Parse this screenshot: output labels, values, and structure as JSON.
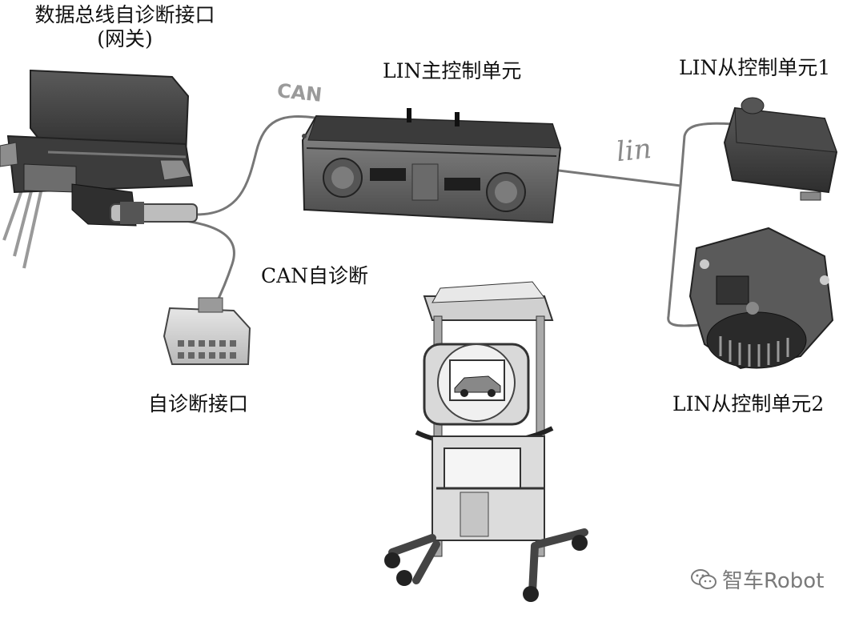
{
  "labels": {
    "gateway_line1": "数据总线自诊断接口",
    "gateway_line2": "(网关)",
    "lin_master": "LIN主控制单元",
    "lin_slave1": "LIN从控制单元1",
    "lin_slave2": "LIN从控制单元2",
    "can_selfdiag": "CAN自诊断",
    "diag_port": "自诊断接口"
  },
  "bus_labels": {
    "can": "CAN",
    "lin": "lin"
  },
  "watermark": {
    "text": "智车Robot",
    "icon": "wechat-icon"
  },
  "colors": {
    "device_dark": "#3a3a3a",
    "device_mid": "#6a6a6a",
    "device_light": "#a8a8a8",
    "wire": "#7a7a7a"
  }
}
